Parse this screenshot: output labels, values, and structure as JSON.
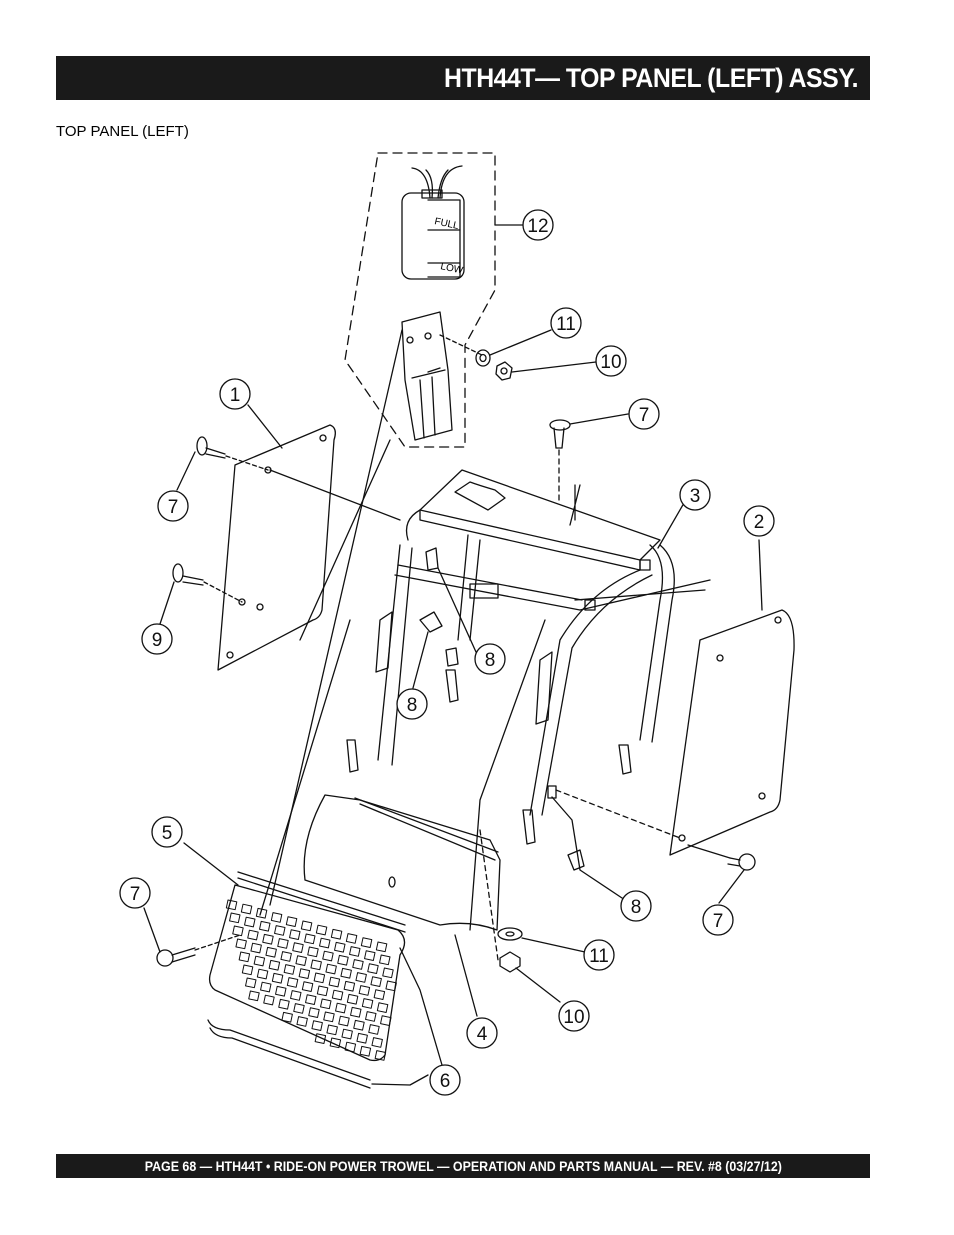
{
  "header": {
    "title": "HTH44T— TOP PANEL (LEFT) ASSY."
  },
  "section": {
    "label": "TOP PANEL (LEFT)"
  },
  "diagram": {
    "reservoir_full": "FULL",
    "reservoir_low": "LOW",
    "callouts": [
      {
        "id": "c12",
        "text": "12"
      },
      {
        "id": "c11a",
        "text": "11"
      },
      {
        "id": "c10a",
        "text": "10"
      },
      {
        "id": "c7a",
        "text": "7"
      },
      {
        "id": "c1",
        "text": "1"
      },
      {
        "id": "c3",
        "text": "3"
      },
      {
        "id": "c2",
        "text": "2"
      },
      {
        "id": "c7b",
        "text": "7"
      },
      {
        "id": "c9",
        "text": "9"
      },
      {
        "id": "c8a",
        "text": "8"
      },
      {
        "id": "c8b",
        "text": "8"
      },
      {
        "id": "c5",
        "text": "5"
      },
      {
        "id": "c7c",
        "text": "7"
      },
      {
        "id": "c8c",
        "text": "8"
      },
      {
        "id": "c7d",
        "text": "7"
      },
      {
        "id": "c11b",
        "text": "11"
      },
      {
        "id": "c10b",
        "text": "10"
      },
      {
        "id": "c4",
        "text": "4"
      },
      {
        "id": "c6",
        "text": "6"
      }
    ]
  },
  "footer": {
    "text": "PAGE 68 — HTH44T • RIDE-ON POWER TROWEL —  OPERATION AND PARTS MANUAL — REV. #8 (03/27/12)"
  }
}
